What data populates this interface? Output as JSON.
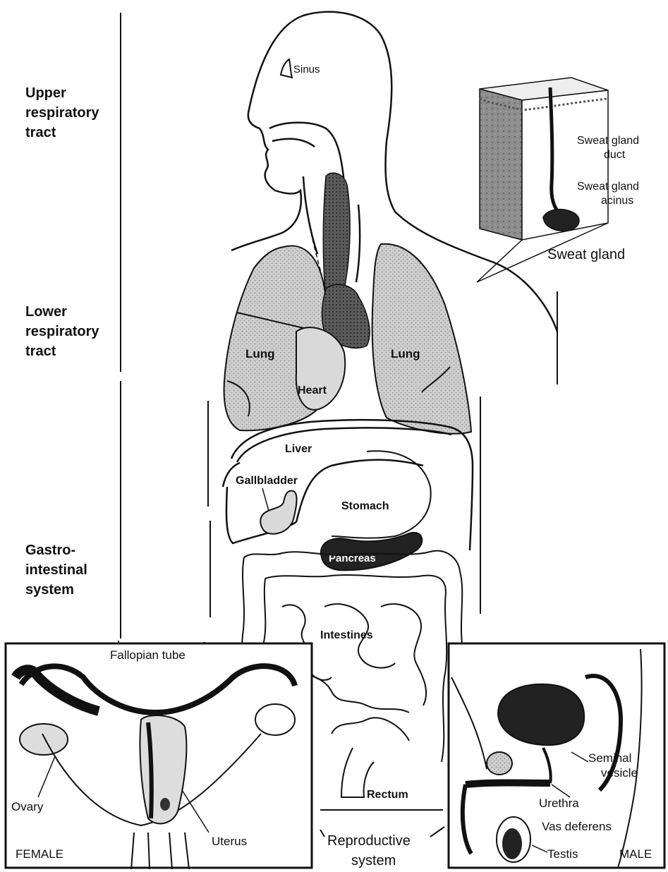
{
  "side_labels": {
    "upper": [
      "Upper",
      "respiratory",
      "tract"
    ],
    "lower": [
      "Lower",
      "respiratory",
      "tract"
    ],
    "gi": [
      "Gastro-",
      "intestinal",
      "system"
    ]
  },
  "organs": {
    "sinus": "Sinus",
    "lung_left": "Lung",
    "lung_right": "Lung",
    "heart": "Heart",
    "liver": "Liver",
    "gallbladder": "Gallbladder",
    "stomach": "Stomach",
    "pancreas": "Pancreas",
    "intestines": "Intestines",
    "rectum": "Rectum"
  },
  "sweat": {
    "duct_line1": "Sweat gland",
    "duct_line2": "duct",
    "acinus_line1": "Sweat gland",
    "acinus_line2": "acinus",
    "title": "Sweat gland"
  },
  "female": {
    "fallopian": "Fallopian tube",
    "ovary": "Ovary",
    "uterus": "Uterus",
    "caption": "FEMALE"
  },
  "male": {
    "seminal_1": "Seminal",
    "seminal_2": "vesicle",
    "urethra": "Urethra",
    "vas": "Vas deferens",
    "testis": "Testis",
    "caption": "MALE"
  },
  "reproductive": {
    "line1": "Reproductive",
    "line2": "system"
  }
}
